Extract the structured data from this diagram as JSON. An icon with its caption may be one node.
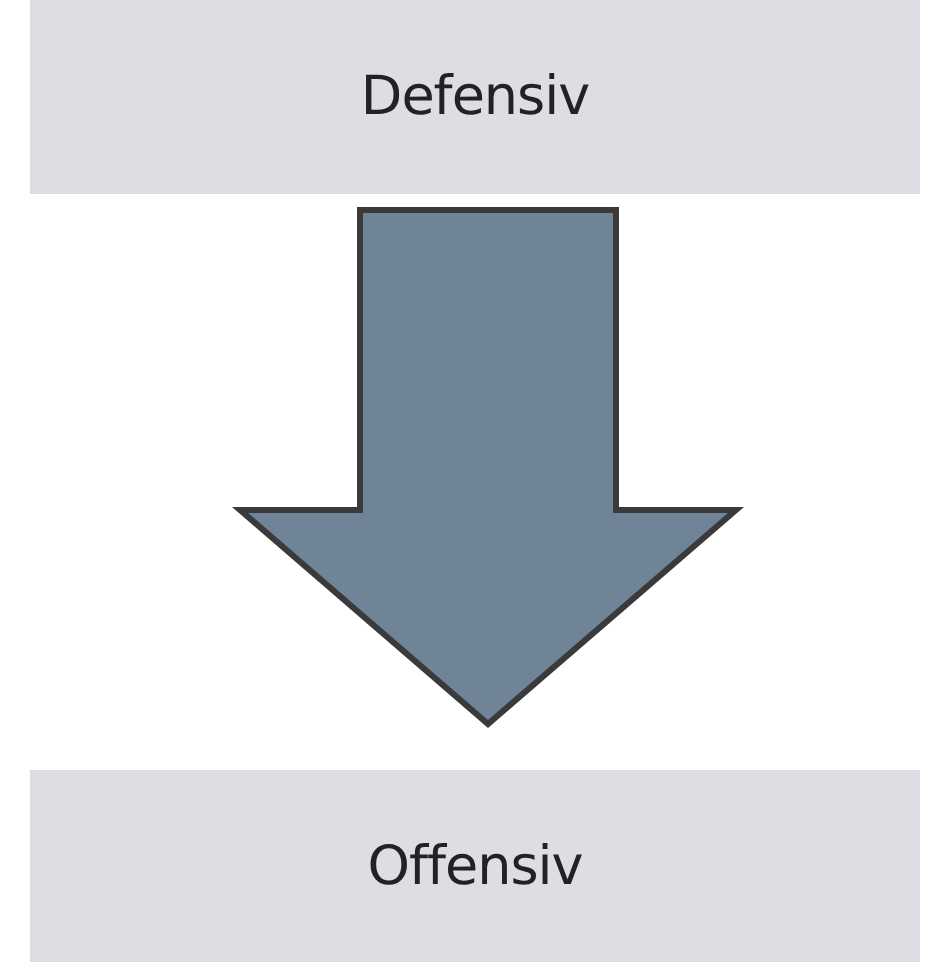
{
  "diagram": {
    "nodes": [
      {
        "text": [
          "Defensiv"
        ]
      },
      {
        "text": [
          "Offensiv"
        ]
      }
    ],
    "edges": [
      {
        "from": 0,
        "to": 1,
        "arrow": "to"
      }
    ]
  }
}
